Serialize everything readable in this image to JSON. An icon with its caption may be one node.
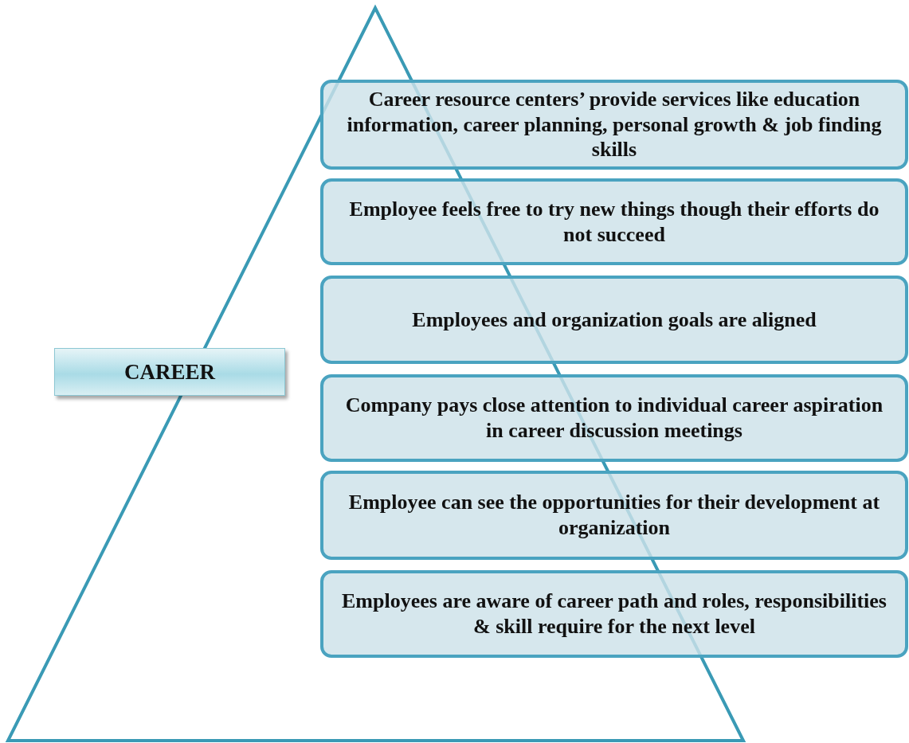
{
  "diagram": {
    "nodes": [
      {
        "text": [
          "CAREER"
        ]
      },
      {
        "text": [
          "Career resource centers’ provide services like education information, career planning, personal growth & job finding skills"
        ]
      },
      {
        "text": [
          "Employee feels free to try new things though their efforts do not succeed"
        ]
      },
      {
        "text": [
          "Employees and organization goals are aligned"
        ]
      },
      {
        "text": [
          "Company pays close attention to individual career aspiration in career discussion meetings"
        ]
      },
      {
        "text": [
          "Employee can see the opportunities for their development at organization"
        ]
      },
      {
        "text": [
          "Employees are aware of career path and roles, responsibilities & skill require for the next level"
        ]
      }
    ]
  }
}
